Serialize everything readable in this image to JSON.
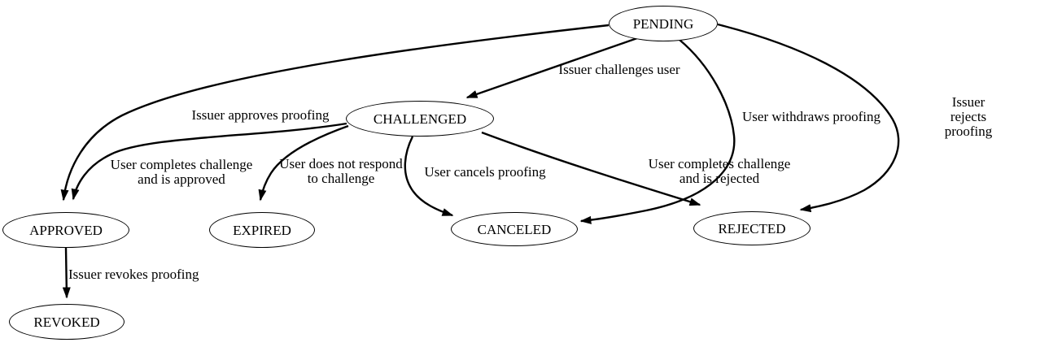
{
  "diagram": {
    "background_color": "#ffffff",
    "stroke_color": "#000000",
    "text_color": "#000000",
    "type": "state-machine",
    "nodes": [
      {
        "id": "pending",
        "label": "PENDING"
      },
      {
        "id": "challenged",
        "label": "CHALLENGED"
      },
      {
        "id": "approved",
        "label": "APPROVED"
      },
      {
        "id": "expired",
        "label": "EXPIRED"
      },
      {
        "id": "canceled",
        "label": "CANCELED"
      },
      {
        "id": "rejected",
        "label": "REJECTED"
      },
      {
        "id": "revoked",
        "label": "REVOKED"
      }
    ],
    "edges": [
      {
        "from": "PENDING",
        "to": "CHALLENGED",
        "label": "Issuer challenges user"
      },
      {
        "from": "PENDING",
        "to": "APPROVED",
        "label": "Issuer approves proofing"
      },
      {
        "from": "CHALLENGED",
        "to": "APPROVED",
        "label": "User completes challenge\nand is approved"
      },
      {
        "from": "CHALLENGED",
        "to": "EXPIRED",
        "label": "User does not respond\nto challenge"
      },
      {
        "from": "CHALLENGED",
        "to": "CANCELED",
        "label": "User cancels proofing"
      },
      {
        "from": "CHALLENGED",
        "to": "REJECTED",
        "label": "User completes challenge\nand is rejected"
      },
      {
        "from": "PENDING",
        "to": "CANCELED",
        "label": "User withdraws proofing"
      },
      {
        "from": "PENDING",
        "to": "REJECTED",
        "label": "Issuer rejects proofing"
      },
      {
        "from": "APPROVED",
        "to": "REVOKED",
        "label": "Issuer revokes proofing"
      }
    ]
  }
}
